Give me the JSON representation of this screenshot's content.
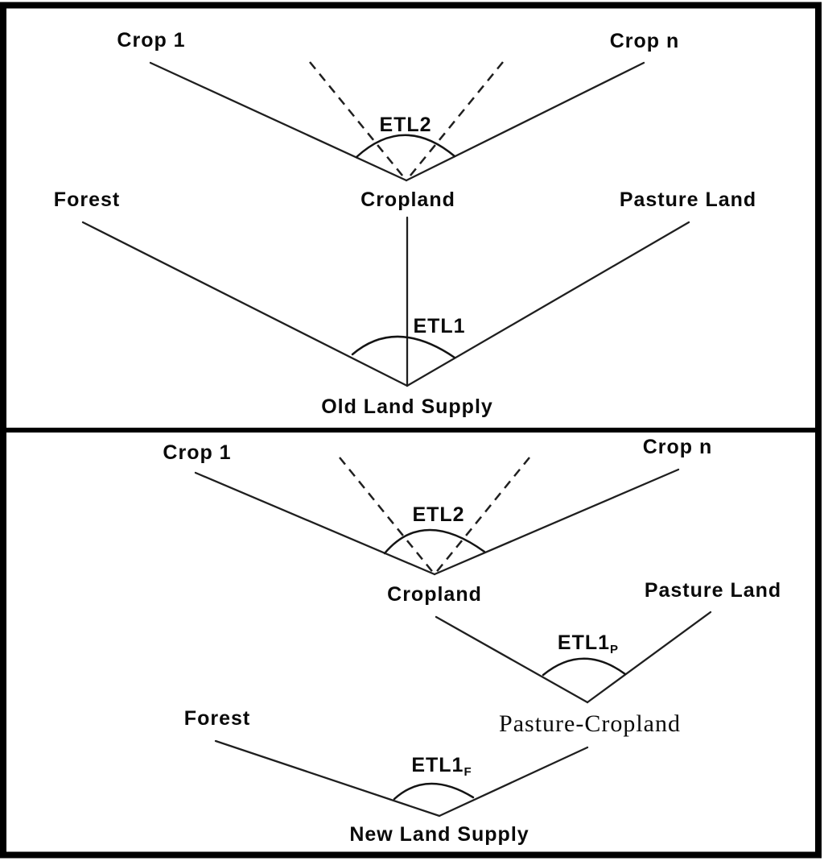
{
  "figure": {
    "top_panel": {
      "crop1": "Crop 1",
      "crop_n": "Crop n",
      "etl2": "ETL2",
      "forest": "Forest",
      "cropland": "Cropland",
      "pasture_land": "Pasture Land",
      "etl1": "ETL1",
      "root": "Old Land Supply"
    },
    "bottom_panel": {
      "crop1": "Crop 1",
      "crop_n": "Crop n",
      "etl2": "ETL2",
      "cropland": "Cropland",
      "pasture_land": "Pasture Land",
      "etl1p": {
        "base": "ETL1",
        "sub": "P"
      },
      "pasture_cropland": "Pasture-Cropland",
      "forest": "Forest",
      "etl1f": {
        "base": "ETL1",
        "sub": "F"
      },
      "root": "New Land Supply"
    },
    "colors": {
      "line": "#1f1f1f",
      "text": "#0a0a0a",
      "background": "#ffffff",
      "border": "#000000"
    }
  }
}
